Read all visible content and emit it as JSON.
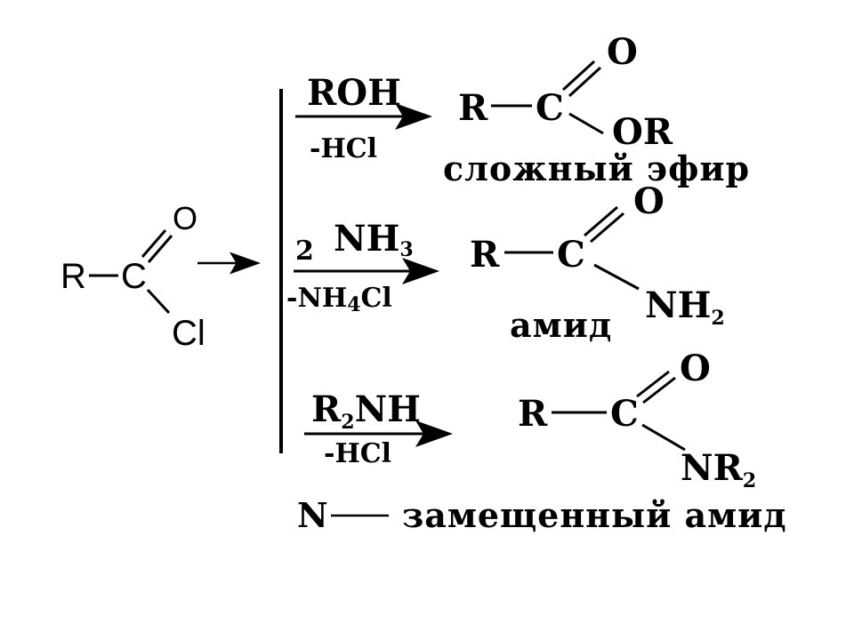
{
  "reactant": {
    "r": "R",
    "c": "C",
    "o": "O",
    "cl": "Cl"
  },
  "reaction1": {
    "reagent": "ROH",
    "byproduct": "-HCl",
    "product": {
      "r": "R",
      "c": "C",
      "o": "O",
      "sub": "OR"
    },
    "name": "сложный эфир"
  },
  "reaction2": {
    "coef": "2",
    "reagent": "NH",
    "reagent_sub": "3",
    "byproduct_a": "-NH",
    "byproduct_sub": "4",
    "byproduct_b": "Cl",
    "product": {
      "r": "R",
      "c": "C",
      "o": "O",
      "sub": "NH",
      "sub_index": "2"
    },
    "name": "амид"
  },
  "reaction3": {
    "reagent_a": "R",
    "reagent_sub": "2",
    "reagent_b": "NH",
    "byproduct": "-HCl",
    "product": {
      "r": "R",
      "c": "C",
      "o": "O",
      "sub": "NR",
      "sub_index": "2"
    },
    "name_prefix": "N",
    "name": "замещенный амид"
  }
}
